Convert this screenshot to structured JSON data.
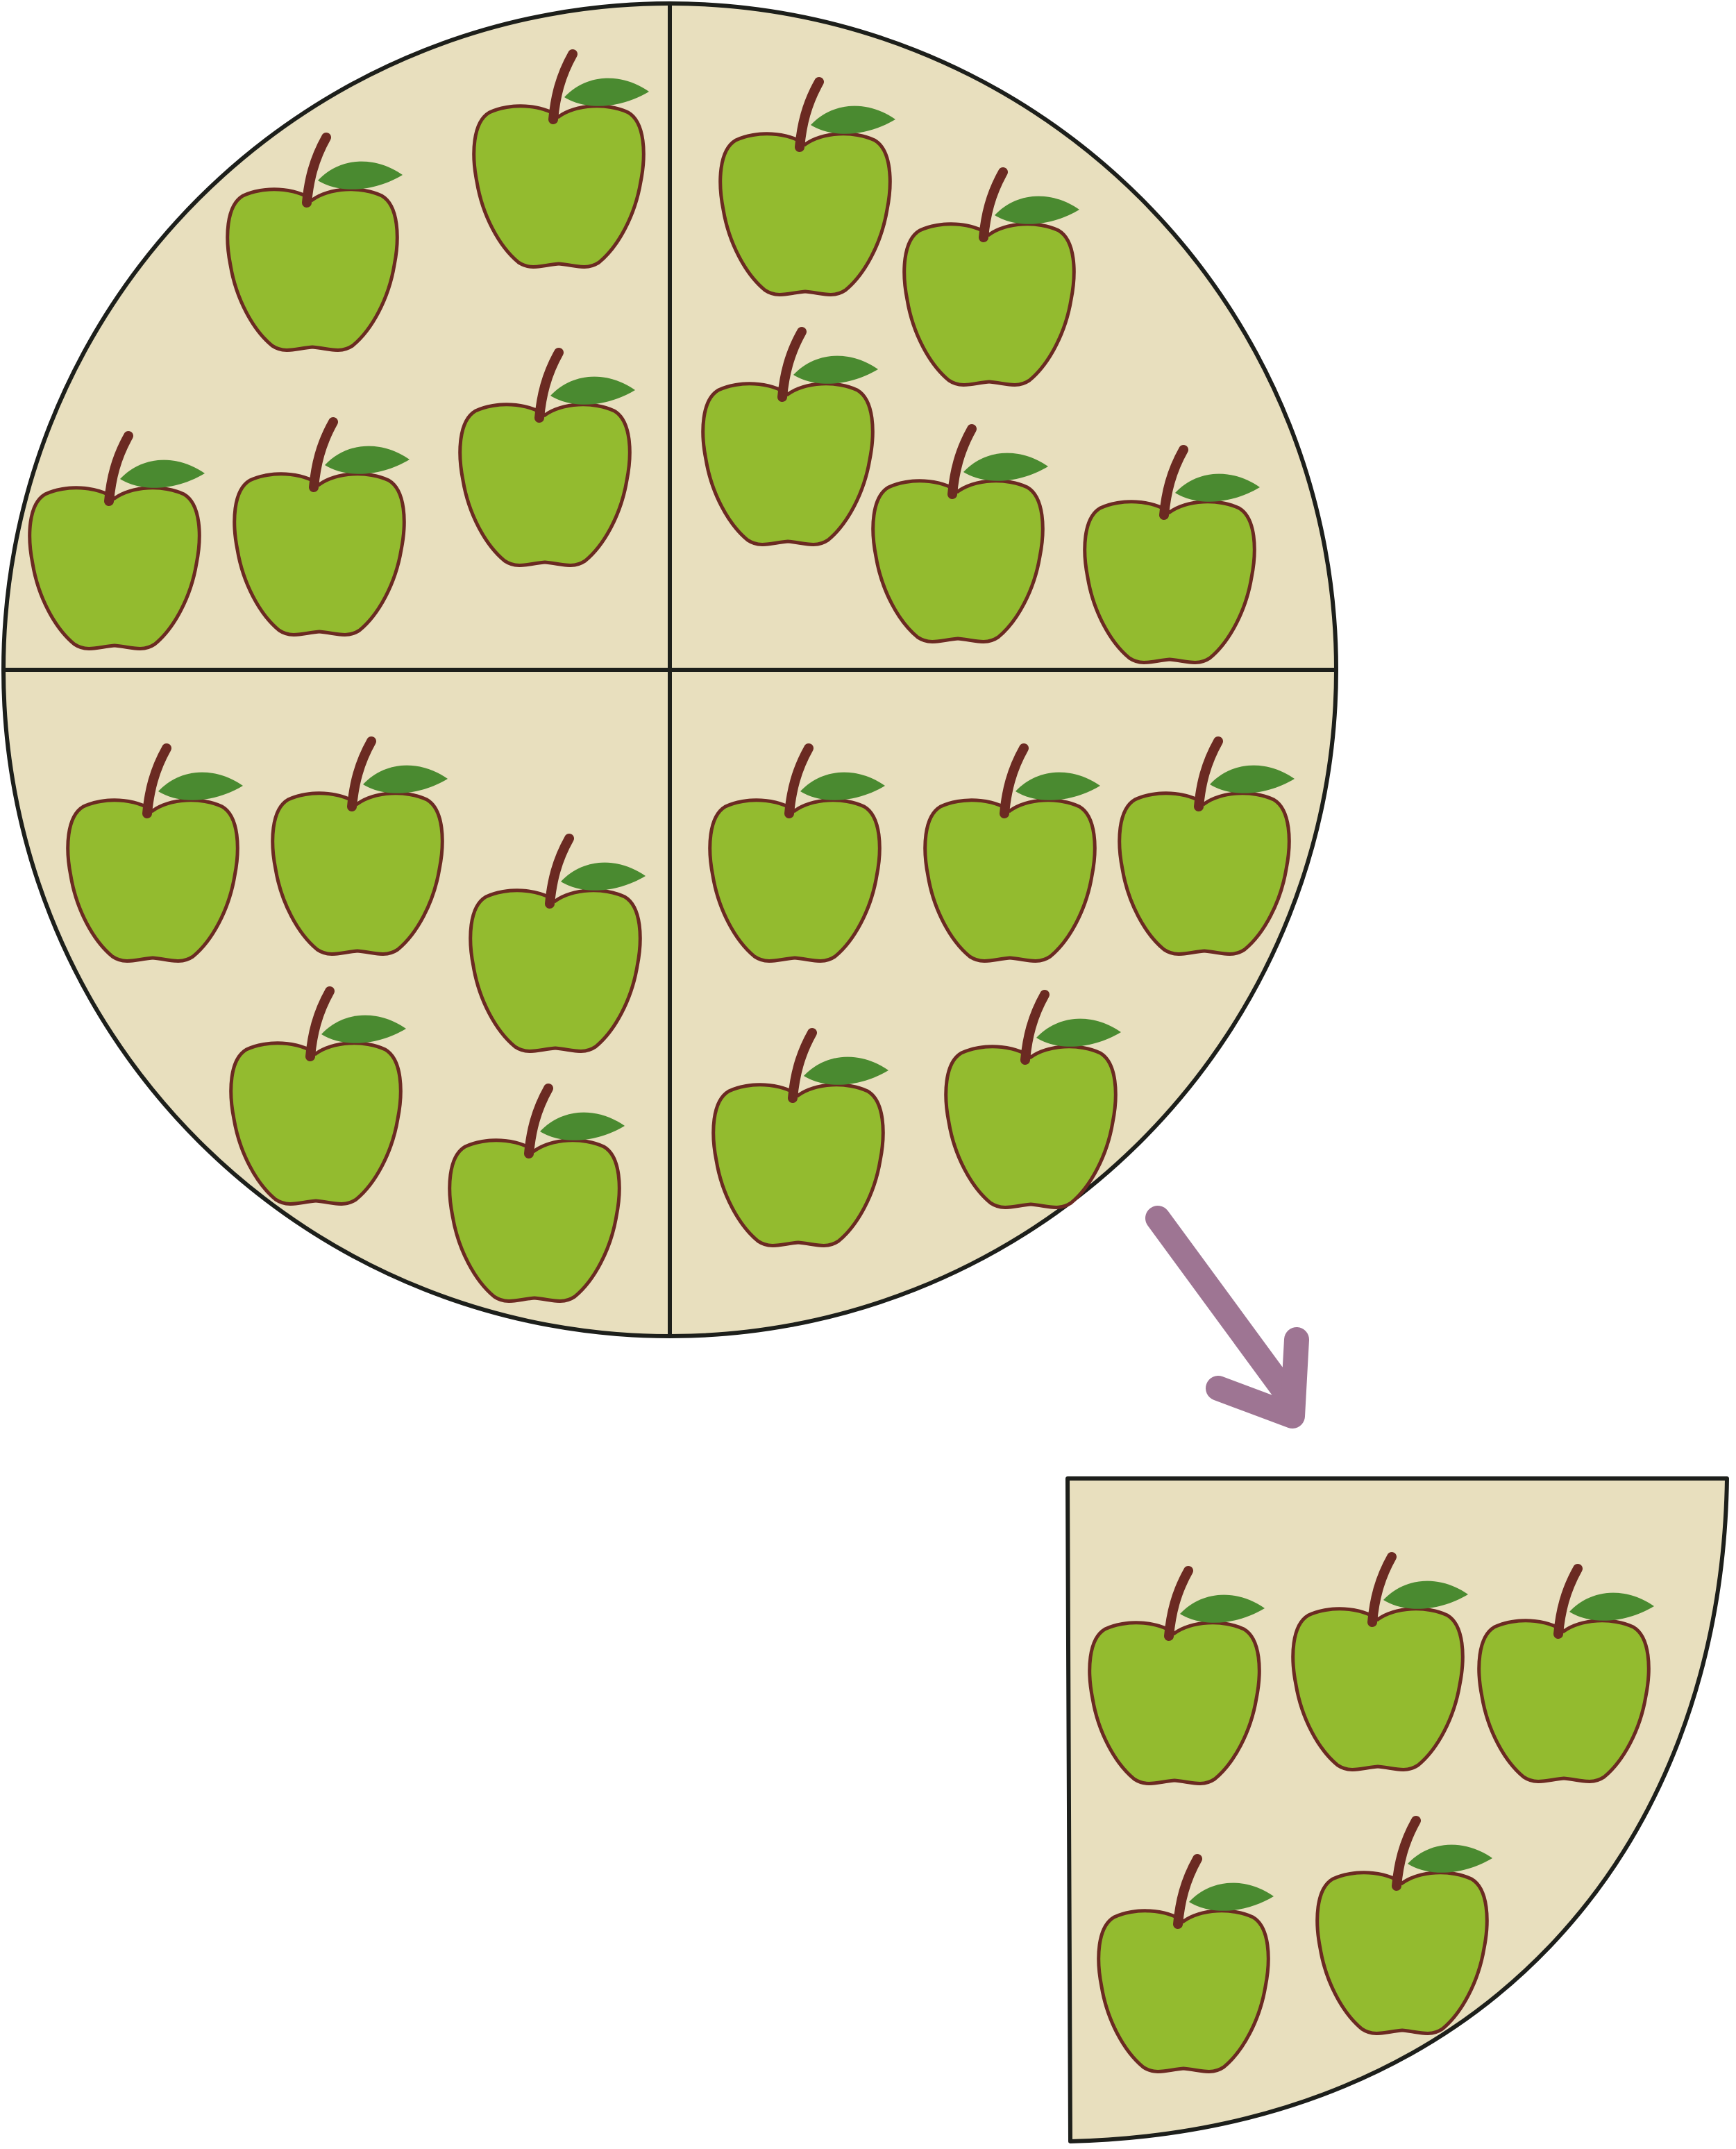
{
  "diagram": {
    "colors": {
      "background": "#ffffff",
      "plate_fill": "#e8dfbe",
      "outline": "#1d1f1b",
      "apple_body": "#93bb2f",
      "apple_outline": "#6b2a22",
      "stem": "#6b2a22",
      "leaf": "#4a8a30",
      "arrow": "#9e7593"
    },
    "icons": {
      "apple": "apple-icon",
      "arrow": "arrow-icon"
    },
    "whole_circle": {
      "quarters": [
        {
          "name": "top-left",
          "apple_count": 5
        },
        {
          "name": "top-right",
          "apple_count": 5
        },
        {
          "name": "bottom-left",
          "apple_count": 5
        },
        {
          "name": "bottom-right",
          "apple_count": 5
        }
      ],
      "total_apples": 20
    },
    "detached_quarter": {
      "apple_count": 5
    }
  }
}
